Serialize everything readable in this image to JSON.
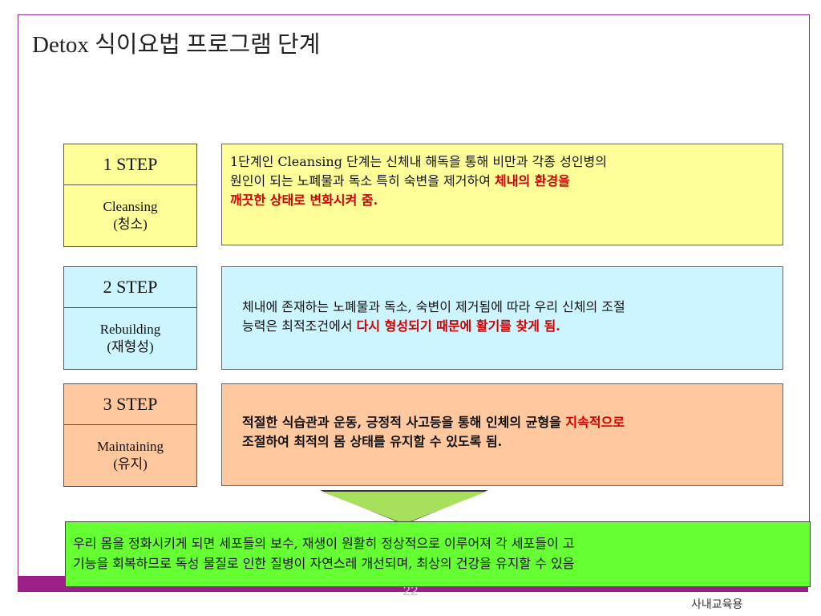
{
  "slide": {
    "title": "Detox 식이요법 프로그램 단계",
    "page_number": "22",
    "footer_note": "사내교육용"
  },
  "steps": [
    {
      "step_label": "1 STEP",
      "name": "Cleansing",
      "korean": "(청소)",
      "desc_lines": [
        {
          "plain": "1단계인 Cleansing 단계는 신체내 해독을 통해 비만과 각종 성인병의",
          "highlight": ""
        },
        {
          "plain": "원인이 되는 노폐물과 독소 특히 숙변을 제거하여 ",
          "highlight": "체내의 환경을"
        },
        {
          "plain": "",
          "highlight": "깨끗한 상태로 변화시켜 줌."
        }
      ]
    },
    {
      "step_label": "2 STEP",
      "name": "Rebuilding",
      "korean": "(재형성)",
      "desc_lines": [
        {
          "plain": "체내에 존재하는 노폐물과 독소, 숙변이 제거됨에 따라 우리 신체의 조절",
          "highlight": ""
        },
        {
          "plain": "능력은 최적조건에서 ",
          "highlight": "다시 형성되기 때문에 활기를 찾게 됨."
        }
      ]
    },
    {
      "step_label": "3 STEP",
      "name": "Maintaining",
      "korean": "(유지)",
      "desc_lines": [
        {
          "plain": "적절한 식습관과 운동, 긍정적 사고등을 통해 인체의 균형을 ",
          "highlight": "지속적으로"
        },
        {
          "plain": "조절하여 최적의 몸 상태를 유지할 수 있도록 됨.",
          "highlight": ""
        }
      ]
    }
  ],
  "summary": {
    "lines": [
      "우리 몸을 정화시키게 되면 세포들의 보수, 재생이 원활히 정상적으로 이루어져 각 세포들이 고",
      "기능을 회복하므로 독성 물질로 인한 질병이 자연스레 개선되며, 최상의 건강을 유지할 수 있음"
    ]
  },
  "colors": {
    "step1": "#ffff99",
    "step2": "#ccf5ff",
    "step3": "#ffc89e",
    "summary": "#66ff33",
    "highlight": "#d00000",
    "footer": "#9b1f86"
  }
}
